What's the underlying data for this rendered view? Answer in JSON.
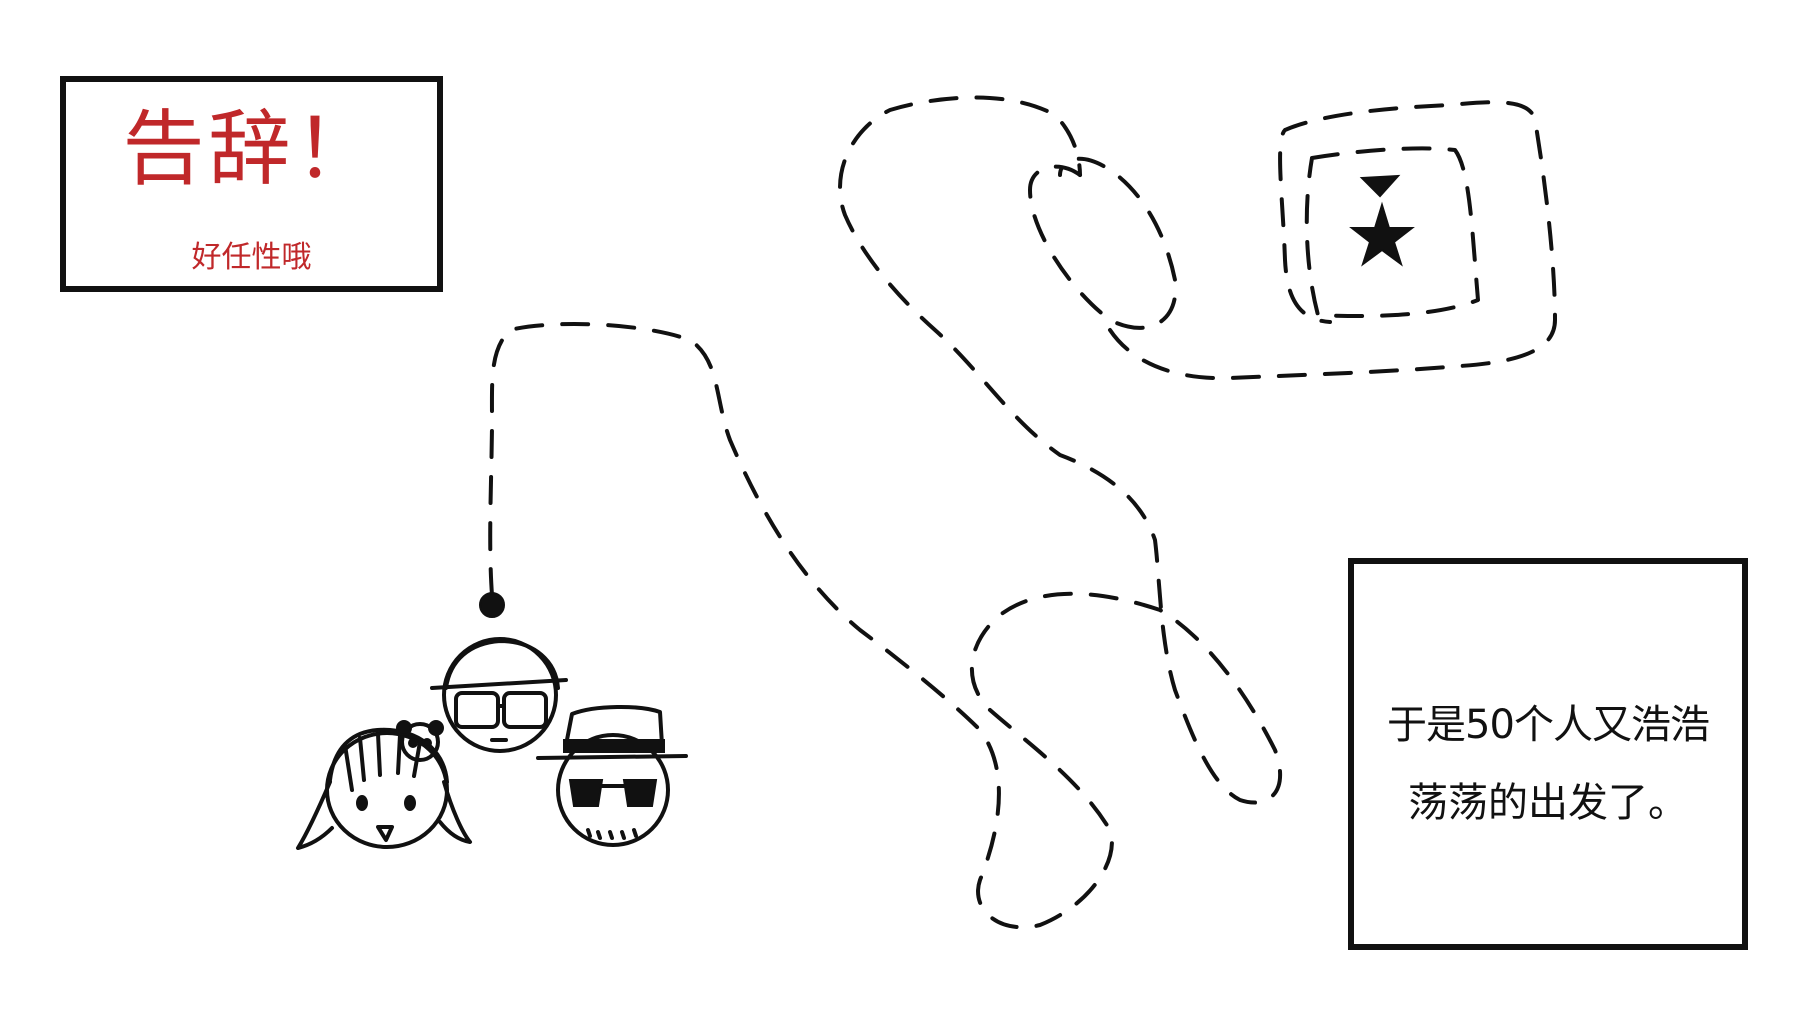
{
  "title_panel": {
    "heading": "告辞！",
    "subheading": "好任性哦",
    "text_color": "#c0282a",
    "border_color": "#111111"
  },
  "caption_panel": {
    "line1": "于是50个人又浩浩",
    "line2": "荡荡的出发了。",
    "border_color": "#111111"
  },
  "illustration": {
    "route": "dashed-path-icon",
    "destination": "star-icon",
    "travelers": [
      "girl-with-panda-icon",
      "man-with-cap-glasses-icon",
      "man-with-hat-sunglasses-icon"
    ]
  }
}
